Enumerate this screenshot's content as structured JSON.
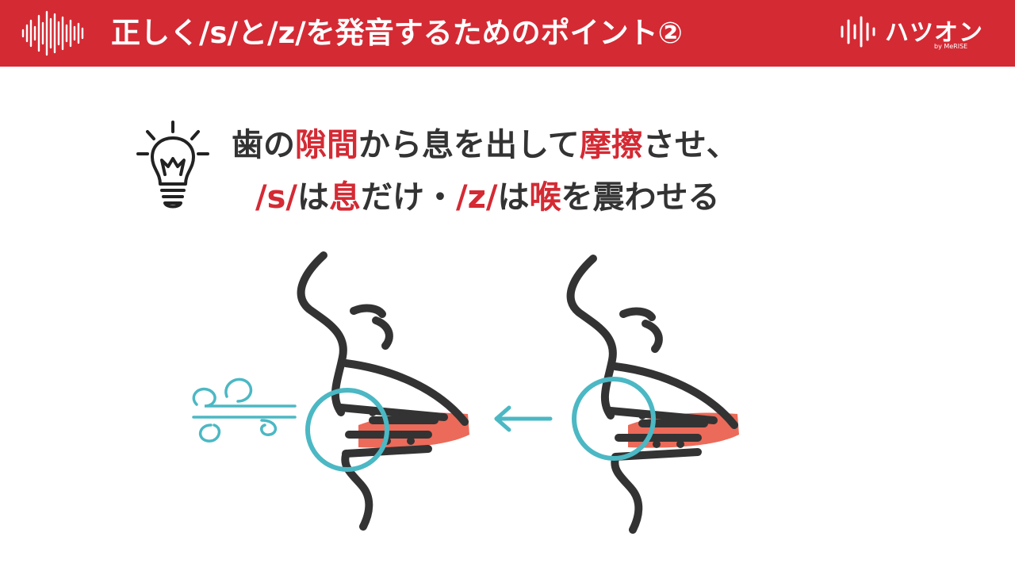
{
  "header": {
    "title": "正しく/s/と/z/を発音するためのポイント②",
    "brand_name": "ハツオン",
    "brand_sub": "by MeRISE"
  },
  "message": {
    "line1": [
      {
        "text": "歯の",
        "highlight": false
      },
      {
        "text": "隙間",
        "highlight": true
      },
      {
        "text": "から息を出して",
        "highlight": false
      },
      {
        "text": "摩擦",
        "highlight": true
      },
      {
        "text": "させ、",
        "highlight": false
      }
    ],
    "line2": [
      {
        "text": "/s/",
        "highlight": true
      },
      {
        "text": "は",
        "highlight": false
      },
      {
        "text": "息",
        "highlight": true
      },
      {
        "text": "だけ・",
        "highlight": false
      },
      {
        "text": "/z/",
        "highlight": true
      },
      {
        "text": "は",
        "highlight": false
      },
      {
        "text": "喉",
        "highlight": true
      },
      {
        "text": "を震わせる",
        "highlight": false
      }
    ]
  },
  "icons": {
    "sound_wave": "sound-wave-icon",
    "bulb": "lightbulb-icon",
    "air_flow": "air-flow-icon",
    "arrow": "arrow-left-icon"
  },
  "colors": {
    "header_bg": "#d42a34",
    "highlight": "#d42a34",
    "text": "#333333",
    "teal": "#4bb8c4",
    "tongue": "#ec6a59",
    "outline": "#333333"
  }
}
